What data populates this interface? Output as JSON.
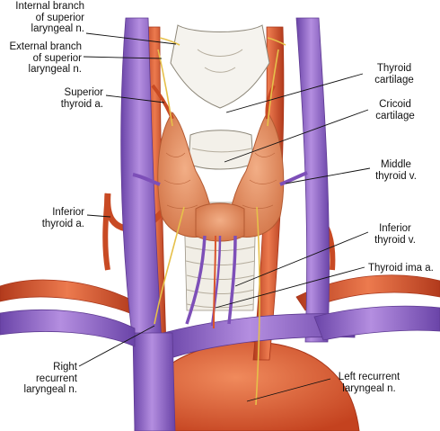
{
  "labels": {
    "internal_branch": "Internal branch\nof superior\nlaryngeal n.",
    "external_branch": "External branch\nof superior\nlaryngeal n.",
    "superior_thyroid": "Superior\nthyroid a.",
    "inferior_thyroid_a": "Inferior\nthyroid a.",
    "right_recurrent": "Right\nrecurrent\nlaryngeal n.",
    "thyroid_cartilage": "Thyroid\ncartilage",
    "cricoid_cartilage": "Cricoid\ncartilage",
    "middle_thyroid_v": "Middle\nthyroid v.",
    "inferior_thyroid_v": "Inferior\nthyroid v.",
    "thyroid_ima": "Thyroid ima a.",
    "left_recurrent": "Left recurrent\nlaryngeal n."
  },
  "colors": {
    "vein": "#8a5cc4",
    "vein_dark": "#5e3a92",
    "artery": "#d9542c",
    "artery_dark": "#a8361a",
    "gland": "#e8956a",
    "gland_dark": "#c46a42",
    "cartilage": "#f3f1ec",
    "nerve": "#e6c04a",
    "leader": "#111111"
  }
}
